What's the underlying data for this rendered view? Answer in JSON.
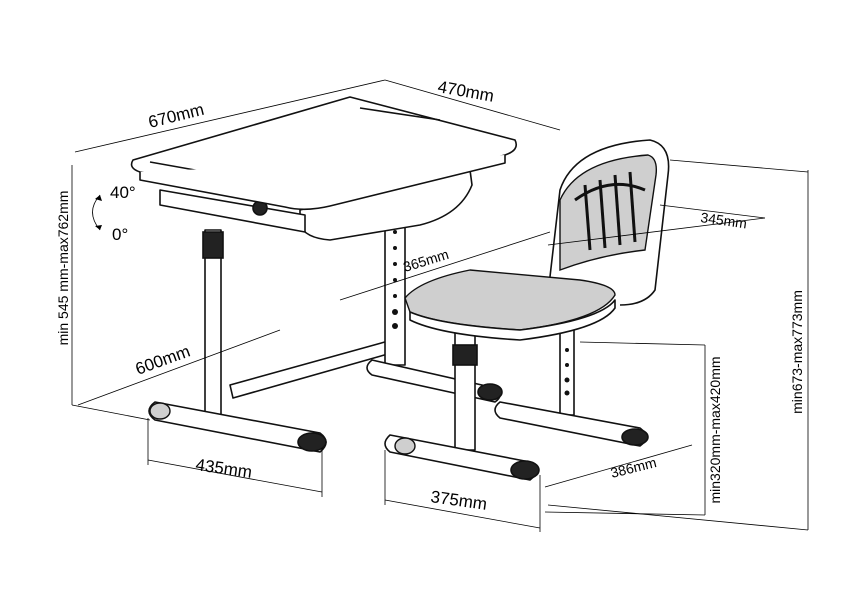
{
  "dimensions": {
    "desk_width": "670mm",
    "desk_depth": "470mm",
    "tilt_max": "40°",
    "tilt_min": "0°",
    "desk_height": "min 545 mm-max762mm",
    "desk_base_length": "600mm",
    "desk_foot_width": "435mm",
    "seat_depth": "365mm",
    "backrest_width": "345mm",
    "chair_total_height": "min673-max773mm",
    "seat_height": "min320mm-max420mm",
    "chair_foot_width": "375mm",
    "chair_base_depth": "386mm"
  }
}
